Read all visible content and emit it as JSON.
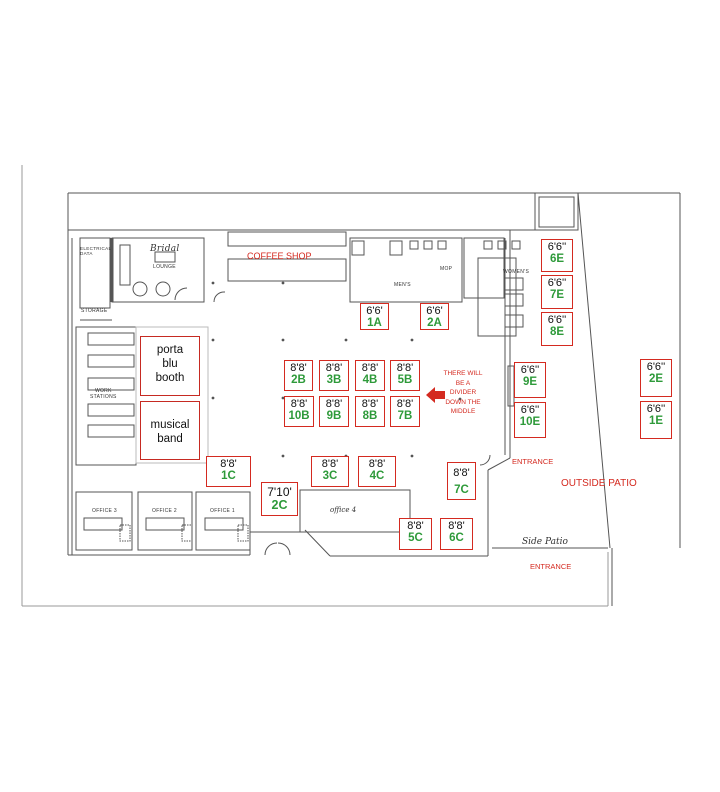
{
  "rooms": {
    "bridal": "Bridal",
    "lounge": "LOUNGE",
    "electrical": "ELECTRICAL\nDATA",
    "storage": "STORAGE",
    "work_stations": "WORK\nSTATIONS",
    "mens": "MEN'S",
    "womens": "WOMEN'S",
    "mop": "MOP",
    "office3": "OFFICE 3",
    "office2": "OFFICE 2",
    "office1": "OFFICE 1",
    "office4": "office 4",
    "side_patio": "Side Patio"
  },
  "labels": {
    "coffee_shop": "COFFEE SHOP",
    "entrance_right": "ENTRANCE",
    "entrance_bottom": "ENTRANCE",
    "outside_patio": "OUTSIDE PATIO",
    "divider_note": "THERE WILL\nBE A\nDIVIDER\nDOWN THE\nMIDDLE"
  },
  "areas": {
    "porta": "porta\nblu\nbooth",
    "musical": "musical\nband"
  },
  "booths": {
    "b1A": {
      "size": "6'6'",
      "id": "1A"
    },
    "b2A": {
      "size": "6'6'",
      "id": "2A"
    },
    "b2B": {
      "size": "8'8'",
      "id": "2B"
    },
    "b3B": {
      "size": "8'8'",
      "id": "3B"
    },
    "b4B": {
      "size": "8'8'",
      "id": "4B"
    },
    "b5B": {
      "size": "8'8'",
      "id": "5B"
    },
    "b10B": {
      "size": "8'8'",
      "id": "10B"
    },
    "b9B": {
      "size": "8'8'",
      "id": "9B"
    },
    "b8B": {
      "size": "8'8'",
      "id": "8B"
    },
    "b7B": {
      "size": "8'8'",
      "id": "7B"
    },
    "b1C": {
      "size": "8'8'",
      "id": "1C"
    },
    "b2C": {
      "size": "7'10'",
      "id": "2C"
    },
    "b3C": {
      "size": "8'8'",
      "id": "3C"
    },
    "b4C": {
      "size": "8'8'",
      "id": "4C"
    },
    "b5C": {
      "size": "8'8'",
      "id": "5C"
    },
    "b6C": {
      "size": "8'8'",
      "id": "6C"
    },
    "b7C": {
      "size": "8'8'",
      "id": "7C"
    },
    "b6E": {
      "size": "6'6''",
      "id": "6E"
    },
    "b7E": {
      "size": "6'6''",
      "id": "7E"
    },
    "b8E": {
      "size": "6'6''",
      "id": "8E"
    },
    "b9E": {
      "size": "6'6''",
      "id": "9E"
    },
    "b10E": {
      "size": "6'6''",
      "id": "10E"
    },
    "b2E": {
      "size": "6'6''",
      "id": "2E"
    },
    "b1E": {
      "size": "6'6''",
      "id": "1E"
    }
  }
}
